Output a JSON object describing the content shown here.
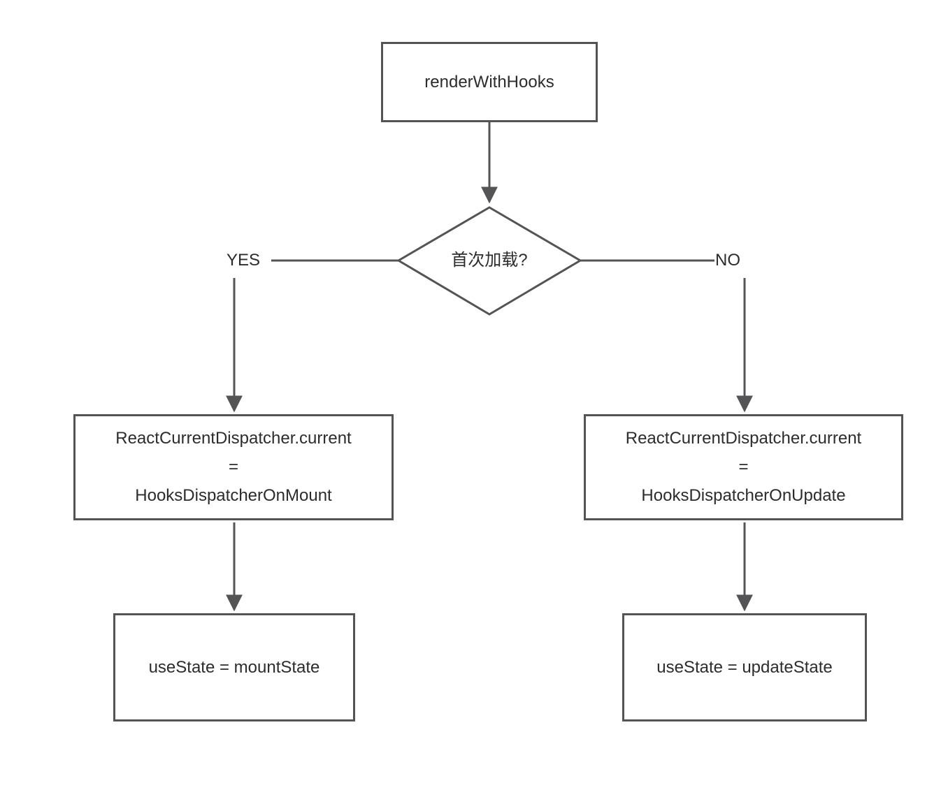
{
  "colors": {
    "line": "#545456",
    "text": "#2c2c2e",
    "background": "#ffffff"
  },
  "diagram": {
    "type": "flowchart",
    "nodes": {
      "render_with_hooks": {
        "label": "renderWithHooks",
        "shape": "rect"
      },
      "first_load_decision": {
        "label": "首次加载?",
        "shape": "diamond"
      },
      "dispatcher_mount": {
        "shape": "rect",
        "lines": [
          "ReactCurrentDispatcher.current",
          "=",
          "HooksDispatcherOnMount"
        ]
      },
      "dispatcher_update": {
        "shape": "rect",
        "lines": [
          "ReactCurrentDispatcher.current",
          "=",
          "HooksDispatcherOnUpdate"
        ]
      },
      "use_state_mount": {
        "label": "useState = mountState",
        "shape": "rect"
      },
      "use_state_update": {
        "label": "useState = updateState",
        "shape": "rect"
      }
    },
    "edge_labels": {
      "yes": "YES",
      "no": "NO"
    }
  }
}
